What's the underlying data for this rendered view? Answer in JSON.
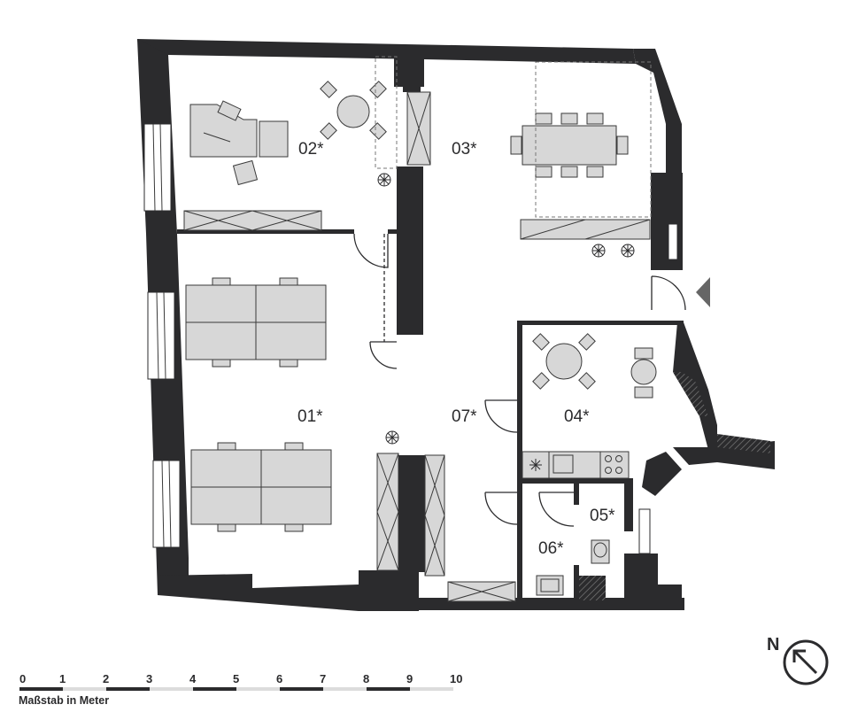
{
  "rooms": [
    {
      "id": "01",
      "label": "01*"
    },
    {
      "id": "02",
      "label": "02*"
    },
    {
      "id": "03",
      "label": "03*"
    },
    {
      "id": "04",
      "label": "04*"
    },
    {
      "id": "05",
      "label": "05*"
    },
    {
      "id": "06",
      "label": "06*"
    },
    {
      "id": "07",
      "label": "07*"
    }
  ],
  "scale_bar": {
    "ticks": [
      "0",
      "1",
      "2",
      "3",
      "4",
      "5",
      "6",
      "7",
      "8",
      "9",
      "10"
    ],
    "caption": "Maßstab in Meter",
    "colors": {
      "dark": "#2b2b2d",
      "light": "#dcdcdc"
    }
  },
  "north": {
    "letter": "N"
  }
}
